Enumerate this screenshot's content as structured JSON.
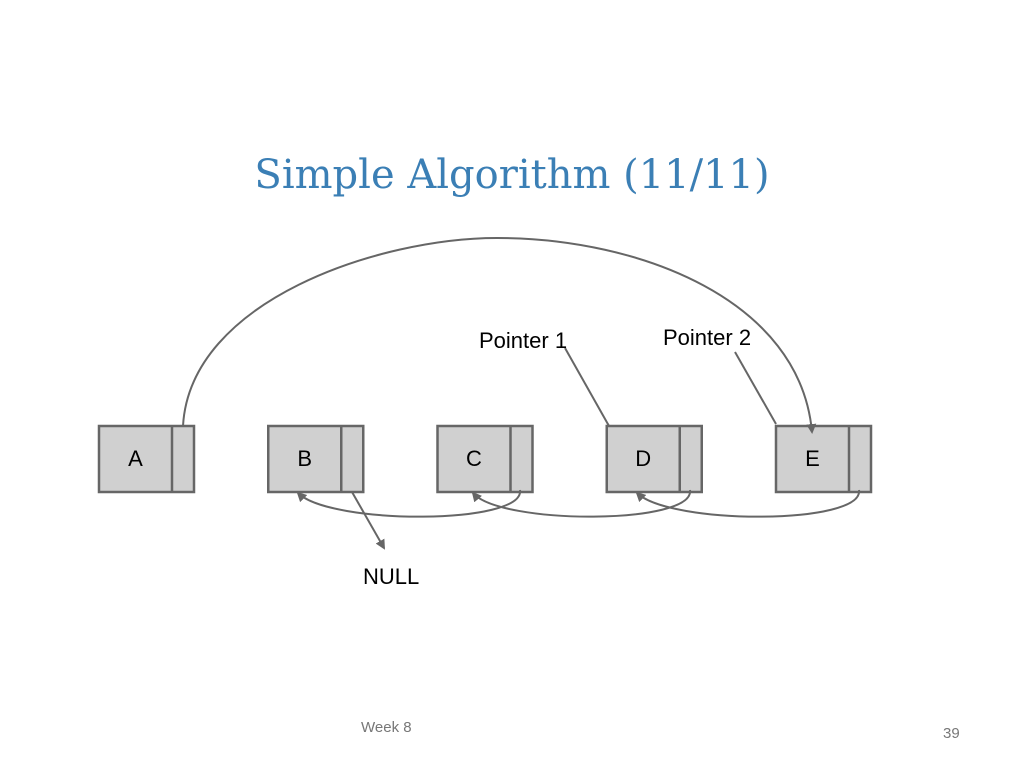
{
  "title": "Simple Algorithm (11/11)",
  "nodes": [
    "A",
    "B",
    "C",
    "D",
    "E"
  ],
  "labels": {
    "pointer1": "Pointer 1",
    "pointer2": "Pointer 2",
    "null": "NULL"
  },
  "footer": {
    "week": "Week 8",
    "page": "39"
  },
  "colors": {
    "title": "#3b7fb5",
    "node_fill": "#d0d0d0",
    "stroke": "#666666"
  }
}
